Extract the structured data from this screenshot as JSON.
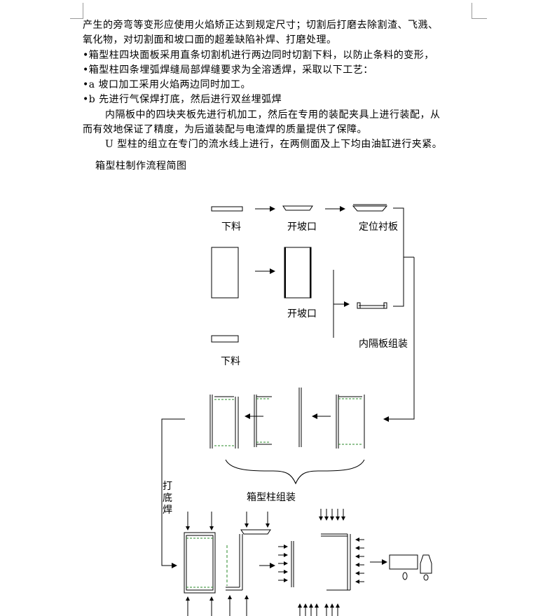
{
  "paragraphs": {
    "p1": "产生的旁弯等变形应使用火焰矫正达到规定尺寸；切割后打磨去除割渣、飞溅、",
    "p2": "氧化物，对切割面和坡口面的超差缺陷补焊、打磨处理。",
    "p3": "•箱型柱四块面板采用直条切割机进行两边同时切割下料，以防止条料的变形，",
    "p4": "•箱型柱四条埋弧焊缝局部焊缝要求为全溶透焊，采取以下工艺：",
    "p5": "•a 坡口加工采用火焰两边同时加工。",
    "p6": "•b 先进行气保焊打底，然后进行双丝埋弧焊",
    "p7": "内隔板中的四块夹板先进行机加工，然后在专用的装配夹具上进行装配，从",
    "p8": "而有效地保证了精度，为后道装配与电渣焊的质量提供了保障。",
    "p9": "U 型柱的组立在专门的流水线上进行，在两侧面及上下均由油缸进行夹紧。"
  },
  "flowchart": {
    "title": "箱型柱制作流程简图",
    "labels": {
      "cut1": "下料",
      "bevel1": "开坡口",
      "liner": "定位衬板",
      "bevel2": "开坡口",
      "cut2": "下料",
      "diaphragm": "内隔板组装",
      "box_assembly": "箱型柱组装",
      "backing_weld": "打底焊"
    }
  }
}
